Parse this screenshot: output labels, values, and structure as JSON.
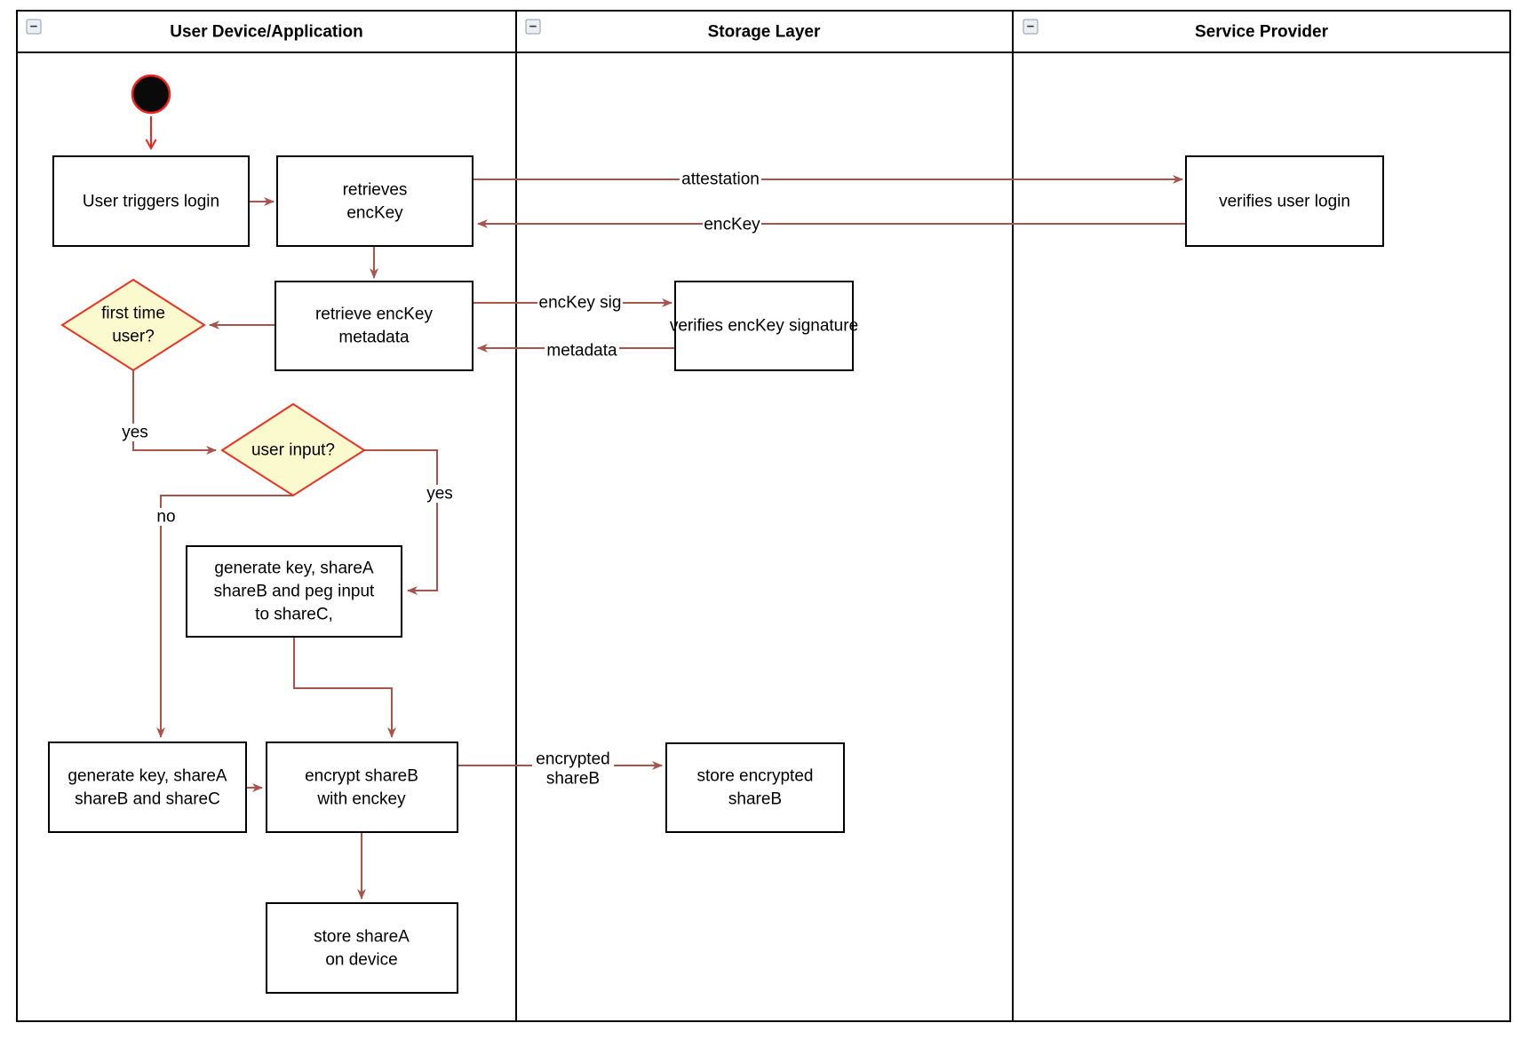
{
  "diagram": {
    "lanes": [
      {
        "title": "User Device/Application"
      },
      {
        "title": "Storage Layer"
      },
      {
        "title": "Service Provider"
      }
    ],
    "icons": {
      "collapse_glyph": "−"
    },
    "nodes": {
      "start": {
        "type": "initial-state"
      },
      "user_triggers_login": {
        "lines": [
          "User triggers login"
        ]
      },
      "retrieves_enckey": {
        "lines": [
          "retrieves",
          "encKey"
        ]
      },
      "verifies_user_login": {
        "lines": [
          "verifies user login"
        ]
      },
      "retrieve_enckey_metadata": {
        "lines": [
          "retrieve encKey",
          "metadata"
        ]
      },
      "verifies_enckey_signature": {
        "lines": [
          "verifies encKey signature"
        ]
      },
      "first_time_user": {
        "lines": [
          "first time",
          "user?"
        ]
      },
      "user_input": {
        "lines": [
          "user input?"
        ]
      },
      "generate_key_peg_input": {
        "lines": [
          "generate key, shareA",
          "shareB and peg input",
          "to shareC,"
        ]
      },
      "generate_key_sharec": {
        "lines": [
          "generate key, shareA",
          "shareB and shareC"
        ]
      },
      "encrypt_shareb": {
        "lines": [
          "encrypt shareB",
          "with enckey"
        ]
      },
      "store_encrypted_shareb": {
        "lines": [
          "store encrypted",
          "shareB"
        ]
      },
      "store_sharea_on_device": {
        "lines": [
          "store shareA",
          "on device"
        ]
      }
    },
    "edge_labels": {
      "attestation": "attestation",
      "enckey_return": "encKey",
      "enckey_sig": "encKey sig",
      "metadata": "metadata",
      "yes_first_time": "yes",
      "yes_user_input": "yes",
      "no_user_input": "no",
      "encrypted_shareb_line1": "encrypted",
      "encrypted_shareb_line2": "shareB"
    },
    "colors": {
      "flow_arrow": "#A8544B",
      "start_arrow": "#F2241B",
      "decision_fill": "#FBF9CE",
      "decision_stroke": "#EA3223",
      "start_fill": "#0A0A0A",
      "node_stroke": "#000000"
    }
  }
}
